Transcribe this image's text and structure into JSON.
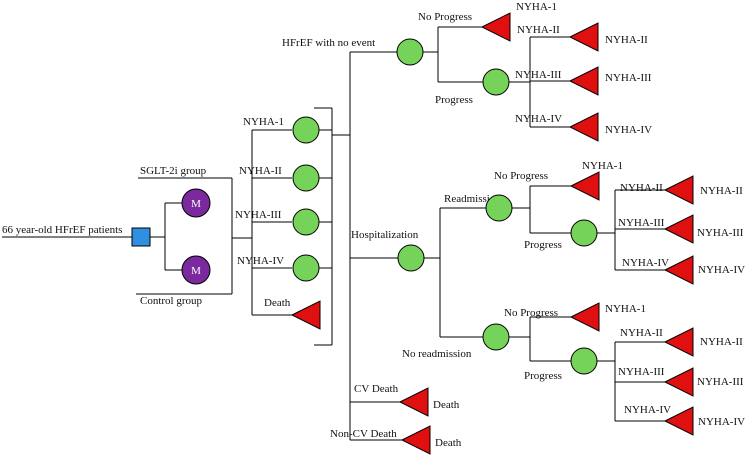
{
  "colors": {
    "decision": "#2f8fe0",
    "markov": "#7a2a9e",
    "chance": "#76d35a",
    "terminal": "#e01010",
    "line": "#000000"
  },
  "root": {
    "label": "66 year-old HFrEF patients"
  },
  "strategies": {
    "sglt2": "SGLT-2i group",
    "control": "Control group",
    "markov_symbol": "M"
  },
  "states": {
    "nyha_1": "NYHA-1",
    "nyha_2": "NYHA-II",
    "nyha_3": "NYHA-III",
    "nyha_4": "NYHA-IV",
    "death": "Death"
  },
  "events": {
    "no_event": "HFrEF with no event",
    "hospitalization": "Hospitalization",
    "cv_death": "CV Death",
    "non_cv_death": "Non-CV Death",
    "readmission": "Readmission",
    "no_readmission": "No readmission",
    "no_progress": "No Progress",
    "progress": "Progress"
  }
}
